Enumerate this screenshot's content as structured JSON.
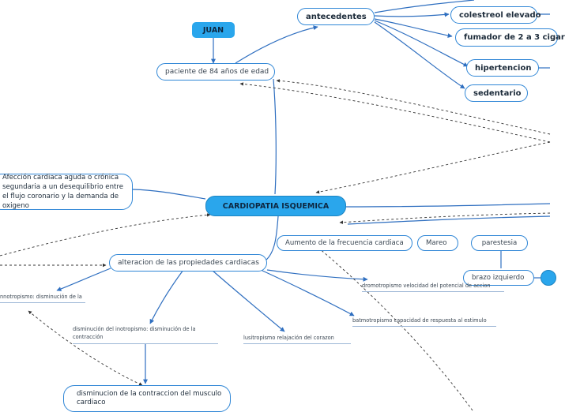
{
  "nodes": {
    "juan": "JUAN",
    "patient": "paciente de 84 años de edad",
    "antecedentes": "antecedentes",
    "colesterol": "colestreol elevado",
    "fumador": "fumador de 2 a 3 cigar",
    "hipertencion": "hipertencion",
    "sedentario": "sedentario",
    "definition": "Afección cardiaca aguda o crónica segundaria a un desequilibrio  entre el flujo coronario y la demanda de oxigeno",
    "center": "CARDIOPATIA ISQUEMICA",
    "frecuencia": "Aumento de la frecuencia cardiaca",
    "mareo": "Mareo",
    "parestesia": "parestesia",
    "brazo": "brazo izquierdo",
    "alteracion": "alteracion de  las propiedades cardiacas",
    "cronotropismo": "nnotropismo: disminución de la",
    "dromotropismo": "dromotropismo velocidad del potencial de accion",
    "inotropismo": "disminución del inotropismo: disminución de la contracción",
    "lusitropismo": "lusitropismo relajación del  corazon",
    "batmotropismo": "batmotropismo capacidad de  respuesta al estimulo",
    "disminucion": "disminucion de la contraccion del musculo cardiaco"
  },
  "colors": {
    "accent": "#2aa6ec",
    "line": "#2f6fc0",
    "dashed": "#333333"
  }
}
